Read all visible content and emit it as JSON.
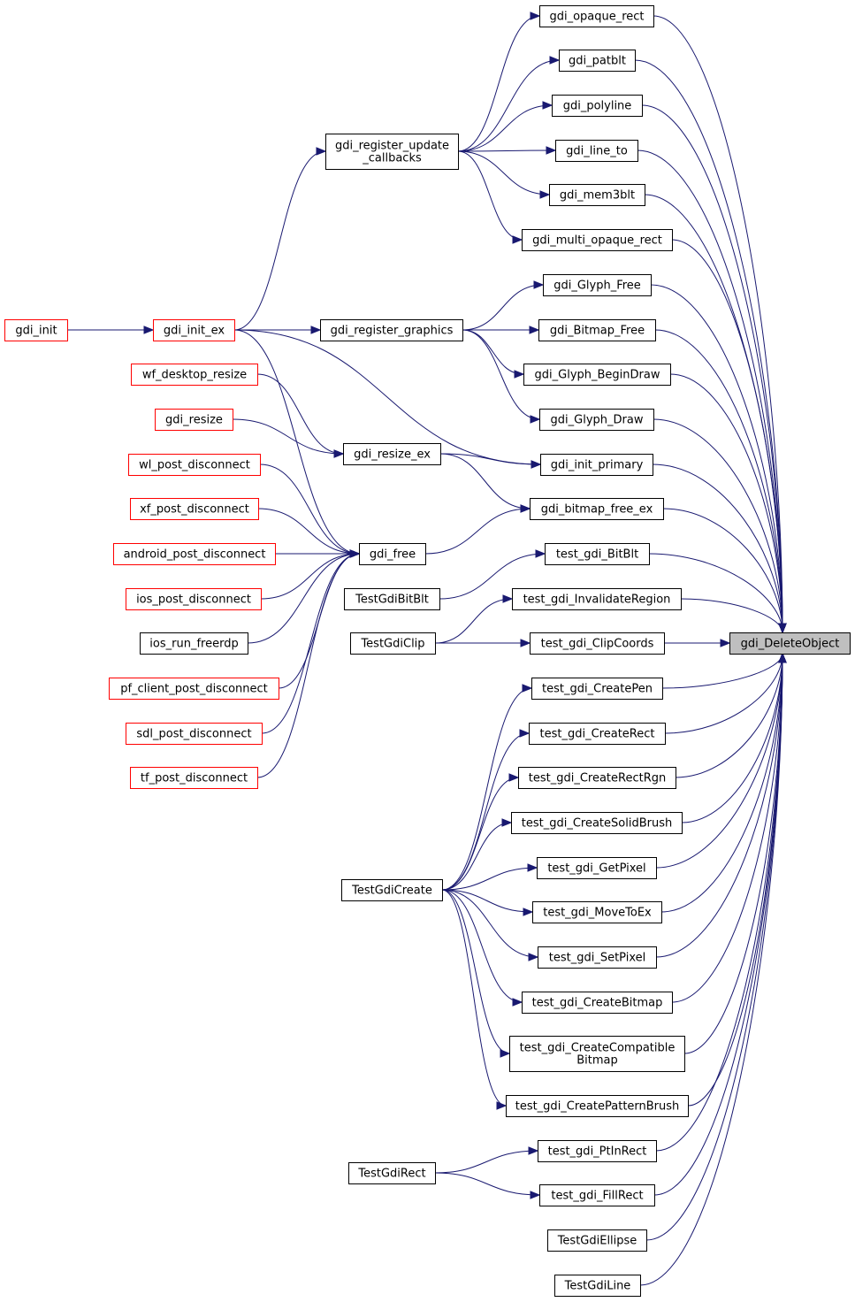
{
  "colors": {
    "edge": "#191970",
    "node_border": "#000000",
    "node_border_incomplete": "#ff0000",
    "root_fill": "#bfbfbf",
    "background": "#ffffff"
  },
  "root": {
    "id": "gdi_DeleteObject",
    "label": "gdi_DeleteObject"
  },
  "nodes": [
    {
      "id": "gdi_opaque_rect",
      "lines": [
        "gdi_opaque_rect"
      ],
      "border": "black"
    },
    {
      "id": "gdi_patblt",
      "lines": [
        "gdi_patblt"
      ],
      "border": "black"
    },
    {
      "id": "gdi_polyline",
      "lines": [
        "gdi_polyline"
      ],
      "border": "black"
    },
    {
      "id": "gdi_line_to",
      "lines": [
        "gdi_line_to"
      ],
      "border": "black"
    },
    {
      "id": "gdi_mem3blt",
      "lines": [
        "gdi_mem3blt"
      ],
      "border": "black"
    },
    {
      "id": "gdi_multi_opaque_rect",
      "lines": [
        "gdi_multi_opaque_rect"
      ],
      "border": "black"
    },
    {
      "id": "gdi_Glyph_Free",
      "lines": [
        "gdi_Glyph_Free"
      ],
      "border": "black"
    },
    {
      "id": "gdi_Bitmap_Free",
      "lines": [
        "gdi_Bitmap_Free"
      ],
      "border": "black"
    },
    {
      "id": "gdi_Glyph_BeginDraw",
      "lines": [
        "gdi_Glyph_BeginDraw"
      ],
      "border": "black"
    },
    {
      "id": "gdi_Glyph_Draw",
      "lines": [
        "gdi_Glyph_Draw"
      ],
      "border": "black"
    },
    {
      "id": "gdi_init_primary",
      "lines": [
        "gdi_init_primary"
      ],
      "border": "black"
    },
    {
      "id": "gdi_bitmap_free_ex",
      "lines": [
        "gdi_bitmap_free_ex"
      ],
      "border": "black"
    },
    {
      "id": "test_gdi_BitBlt",
      "lines": [
        "test_gdi_BitBlt"
      ],
      "border": "black"
    },
    {
      "id": "test_gdi_InvalidateRegion",
      "lines": [
        "test_gdi_InvalidateRegion"
      ],
      "border": "black"
    },
    {
      "id": "test_gdi_ClipCoords",
      "lines": [
        "test_gdi_ClipCoords"
      ],
      "border": "black"
    },
    {
      "id": "test_gdi_CreatePen",
      "lines": [
        "test_gdi_CreatePen"
      ],
      "border": "black"
    },
    {
      "id": "test_gdi_CreateRect",
      "lines": [
        "test_gdi_CreateRect"
      ],
      "border": "black"
    },
    {
      "id": "test_gdi_CreateRectRgn",
      "lines": [
        "test_gdi_CreateRectRgn"
      ],
      "border": "black"
    },
    {
      "id": "test_gdi_CreateSolidBrush",
      "lines": [
        "test_gdi_CreateSolidBrush"
      ],
      "border": "black"
    },
    {
      "id": "test_gdi_GetPixel",
      "lines": [
        "test_gdi_GetPixel"
      ],
      "border": "black"
    },
    {
      "id": "test_gdi_MoveToEx",
      "lines": [
        "test_gdi_MoveToEx"
      ],
      "border": "black"
    },
    {
      "id": "test_gdi_SetPixel",
      "lines": [
        "test_gdi_SetPixel"
      ],
      "border": "black"
    },
    {
      "id": "test_gdi_CreateBitmap",
      "lines": [
        "test_gdi_CreateBitmap"
      ],
      "border": "black"
    },
    {
      "id": "test_gdi_CreateCompatibleBitmap",
      "lines": [
        "test_gdi_CreateCompatible",
        "Bitmap"
      ],
      "border": "black"
    },
    {
      "id": "test_gdi_CreatePatternBrush",
      "lines": [
        "test_gdi_CreatePatternBrush"
      ],
      "border": "black"
    },
    {
      "id": "test_gdi_PtInRect",
      "lines": [
        "test_gdi_PtInRect"
      ],
      "border": "black"
    },
    {
      "id": "test_gdi_FillRect",
      "lines": [
        "test_gdi_FillRect"
      ],
      "border": "black"
    },
    {
      "id": "TestGdiEllipse",
      "lines": [
        "TestGdiEllipse"
      ],
      "border": "black"
    },
    {
      "id": "TestGdiLine",
      "lines": [
        "TestGdiLine"
      ],
      "border": "black"
    },
    {
      "id": "gdi_register_update_callbacks",
      "lines": [
        "gdi_register_update",
        "_callbacks"
      ],
      "border": "black"
    },
    {
      "id": "gdi_register_graphics",
      "lines": [
        "gdi_register_graphics"
      ],
      "border": "black"
    },
    {
      "id": "gdi_resize_ex",
      "lines": [
        "gdi_resize_ex"
      ],
      "border": "black"
    },
    {
      "id": "gdi_free",
      "lines": [
        "gdi_free"
      ],
      "border": "black"
    },
    {
      "id": "TestGdiBitBlt",
      "lines": [
        "TestGdiBitBlt"
      ],
      "border": "black"
    },
    {
      "id": "TestGdiClip",
      "lines": [
        "TestGdiClip"
      ],
      "border": "black"
    },
    {
      "id": "TestGdiCreate",
      "lines": [
        "TestGdiCreate"
      ],
      "border": "black"
    },
    {
      "id": "TestGdiRect",
      "lines": [
        "TestGdiRect"
      ],
      "border": "black"
    },
    {
      "id": "gdi_init_ex",
      "lines": [
        "gdi_init_ex"
      ],
      "border": "red"
    },
    {
      "id": "wf_desktop_resize",
      "lines": [
        "wf_desktop_resize"
      ],
      "border": "red"
    },
    {
      "id": "gdi_resize",
      "lines": [
        "gdi_resize"
      ],
      "border": "red"
    },
    {
      "id": "wl_post_disconnect",
      "lines": [
        "wl_post_disconnect"
      ],
      "border": "red"
    },
    {
      "id": "xf_post_disconnect",
      "lines": [
        "xf_post_disconnect"
      ],
      "border": "red"
    },
    {
      "id": "android_post_disconnect",
      "lines": [
        "android_post_disconnect"
      ],
      "border": "red"
    },
    {
      "id": "ios_post_disconnect",
      "lines": [
        "ios_post_disconnect"
      ],
      "border": "red"
    },
    {
      "id": "ios_run_freerdp",
      "lines": [
        "ios_run_freerdp"
      ],
      "border": "black"
    },
    {
      "id": "pf_client_post_disconnect",
      "lines": [
        "pf_client_post_disconnect"
      ],
      "border": "red"
    },
    {
      "id": "sdl_post_disconnect",
      "lines": [
        "sdl_post_disconnect"
      ],
      "border": "red"
    },
    {
      "id": "tf_post_disconnect",
      "lines": [
        "tf_post_disconnect"
      ],
      "border": "red"
    },
    {
      "id": "gdi_init",
      "lines": [
        "gdi_init"
      ],
      "border": "red"
    }
  ],
  "edges": [
    {
      "from": "gdi_opaque_rect",
      "to": "gdi_DeleteObject"
    },
    {
      "from": "gdi_patblt",
      "to": "gdi_DeleteObject"
    },
    {
      "from": "gdi_polyline",
      "to": "gdi_DeleteObject"
    },
    {
      "from": "gdi_line_to",
      "to": "gdi_DeleteObject"
    },
    {
      "from": "gdi_mem3blt",
      "to": "gdi_DeleteObject"
    },
    {
      "from": "gdi_multi_opaque_rect",
      "to": "gdi_DeleteObject"
    },
    {
      "from": "gdi_Glyph_Free",
      "to": "gdi_DeleteObject"
    },
    {
      "from": "gdi_Bitmap_Free",
      "to": "gdi_DeleteObject"
    },
    {
      "from": "gdi_Glyph_BeginDraw",
      "to": "gdi_DeleteObject"
    },
    {
      "from": "gdi_Glyph_Draw",
      "to": "gdi_DeleteObject"
    },
    {
      "from": "gdi_init_primary",
      "to": "gdi_DeleteObject"
    },
    {
      "from": "gdi_bitmap_free_ex",
      "to": "gdi_DeleteObject"
    },
    {
      "from": "test_gdi_BitBlt",
      "to": "gdi_DeleteObject"
    },
    {
      "from": "test_gdi_InvalidateRegion",
      "to": "gdi_DeleteObject"
    },
    {
      "from": "test_gdi_ClipCoords",
      "to": "gdi_DeleteObject"
    },
    {
      "from": "test_gdi_CreatePen",
      "to": "gdi_DeleteObject"
    },
    {
      "from": "test_gdi_CreateRect",
      "to": "gdi_DeleteObject"
    },
    {
      "from": "test_gdi_CreateRectRgn",
      "to": "gdi_DeleteObject"
    },
    {
      "from": "test_gdi_CreateSolidBrush",
      "to": "gdi_DeleteObject"
    },
    {
      "from": "test_gdi_GetPixel",
      "to": "gdi_DeleteObject"
    },
    {
      "from": "test_gdi_MoveToEx",
      "to": "gdi_DeleteObject"
    },
    {
      "from": "test_gdi_SetPixel",
      "to": "gdi_DeleteObject"
    },
    {
      "from": "test_gdi_CreateBitmap",
      "to": "gdi_DeleteObject"
    },
    {
      "from": "test_gdi_CreateCompatibleBitmap",
      "to": "gdi_DeleteObject"
    },
    {
      "from": "test_gdi_CreatePatternBrush",
      "to": "gdi_DeleteObject"
    },
    {
      "from": "test_gdi_PtInRect",
      "to": "gdi_DeleteObject"
    },
    {
      "from": "test_gdi_FillRect",
      "to": "gdi_DeleteObject"
    },
    {
      "from": "TestGdiEllipse",
      "to": "gdi_DeleteObject"
    },
    {
      "from": "TestGdiLine",
      "to": "gdi_DeleteObject"
    },
    {
      "from": "gdi_register_update_callbacks",
      "to": "gdi_opaque_rect"
    },
    {
      "from": "gdi_register_update_callbacks",
      "to": "gdi_patblt"
    },
    {
      "from": "gdi_register_update_callbacks",
      "to": "gdi_polyline"
    },
    {
      "from": "gdi_register_update_callbacks",
      "to": "gdi_line_to"
    },
    {
      "from": "gdi_register_update_callbacks",
      "to": "gdi_mem3blt"
    },
    {
      "from": "gdi_register_update_callbacks",
      "to": "gdi_multi_opaque_rect"
    },
    {
      "from": "gdi_register_graphics",
      "to": "gdi_Glyph_Free"
    },
    {
      "from": "gdi_register_graphics",
      "to": "gdi_Bitmap_Free"
    },
    {
      "from": "gdi_register_graphics",
      "to": "gdi_Glyph_BeginDraw"
    },
    {
      "from": "gdi_register_graphics",
      "to": "gdi_Glyph_Draw"
    },
    {
      "from": "gdi_init_ex",
      "to": "gdi_register_update_callbacks"
    },
    {
      "from": "gdi_init_ex",
      "to": "gdi_register_graphics"
    },
    {
      "from": "gdi_init_ex",
      "to": "gdi_init_primary"
    },
    {
      "from": "gdi_init_ex",
      "to": "gdi_free"
    },
    {
      "from": "gdi_init",
      "to": "gdi_init_ex"
    },
    {
      "from": "gdi_resize_ex",
      "to": "gdi_init_primary"
    },
    {
      "from": "gdi_resize_ex",
      "to": "gdi_bitmap_free_ex"
    },
    {
      "from": "wf_desktop_resize",
      "to": "gdi_resize_ex"
    },
    {
      "from": "gdi_resize",
      "to": "gdi_resize_ex"
    },
    {
      "from": "gdi_free",
      "to": "gdi_bitmap_free_ex"
    },
    {
      "from": "wl_post_disconnect",
      "to": "gdi_free"
    },
    {
      "from": "xf_post_disconnect",
      "to": "gdi_free"
    },
    {
      "from": "android_post_disconnect",
      "to": "gdi_free"
    },
    {
      "from": "ios_post_disconnect",
      "to": "gdi_free"
    },
    {
      "from": "ios_run_freerdp",
      "to": "gdi_free"
    },
    {
      "from": "pf_client_post_disconnect",
      "to": "gdi_free"
    },
    {
      "from": "sdl_post_disconnect",
      "to": "gdi_free"
    },
    {
      "from": "tf_post_disconnect",
      "to": "gdi_free"
    },
    {
      "from": "TestGdiBitBlt",
      "to": "test_gdi_BitBlt"
    },
    {
      "from": "TestGdiClip",
      "to": "test_gdi_InvalidateRegion"
    },
    {
      "from": "TestGdiClip",
      "to": "test_gdi_ClipCoords"
    },
    {
      "from": "TestGdiCreate",
      "to": "test_gdi_CreatePen"
    },
    {
      "from": "TestGdiCreate",
      "to": "test_gdi_CreateRect"
    },
    {
      "from": "TestGdiCreate",
      "to": "test_gdi_CreateRectRgn"
    },
    {
      "from": "TestGdiCreate",
      "to": "test_gdi_CreateSolidBrush"
    },
    {
      "from": "TestGdiCreate",
      "to": "test_gdi_GetPixel"
    },
    {
      "from": "TestGdiCreate",
      "to": "test_gdi_MoveToEx"
    },
    {
      "from": "TestGdiCreate",
      "to": "test_gdi_SetPixel"
    },
    {
      "from": "TestGdiCreate",
      "to": "test_gdi_CreateBitmap"
    },
    {
      "from": "TestGdiCreate",
      "to": "test_gdi_CreateCompatibleBitmap"
    },
    {
      "from": "TestGdiCreate",
      "to": "test_gdi_CreatePatternBrush"
    },
    {
      "from": "TestGdiRect",
      "to": "test_gdi_PtInRect"
    },
    {
      "from": "TestGdiRect",
      "to": "test_gdi_FillRect"
    }
  ]
}
